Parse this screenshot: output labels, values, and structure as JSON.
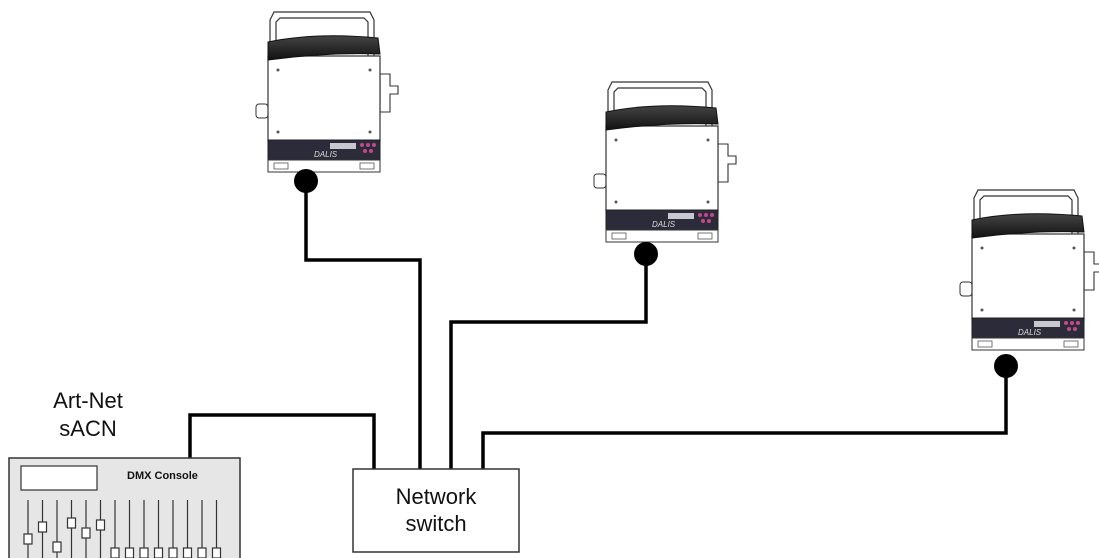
{
  "protocols": [
    "Art-Net",
    "sACN"
  ],
  "console": {
    "title": "DMX Console"
  },
  "switch": {
    "line1": "Network",
    "line2": "switch"
  },
  "fixture_brand": "DALIS",
  "colors": {
    "line": "#000000",
    "fixture_body": "#ffffff",
    "fixture_top": "#222222",
    "panel": "#2b2b3a",
    "console_bg": "#e6e6e6"
  }
}
